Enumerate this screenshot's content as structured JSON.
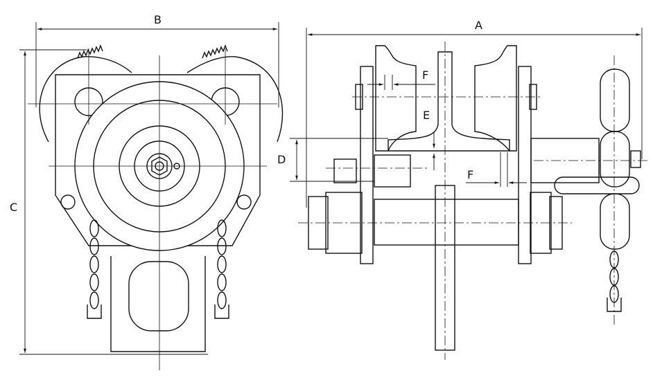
{
  "drawing": {
    "dimension_labels": {
      "A": "A",
      "B": "B",
      "C": "C",
      "D": "D",
      "E": "E",
      "F_top": "F",
      "F_bottom": "F"
    },
    "line_color": "#111111",
    "background": "#ffffff"
  }
}
